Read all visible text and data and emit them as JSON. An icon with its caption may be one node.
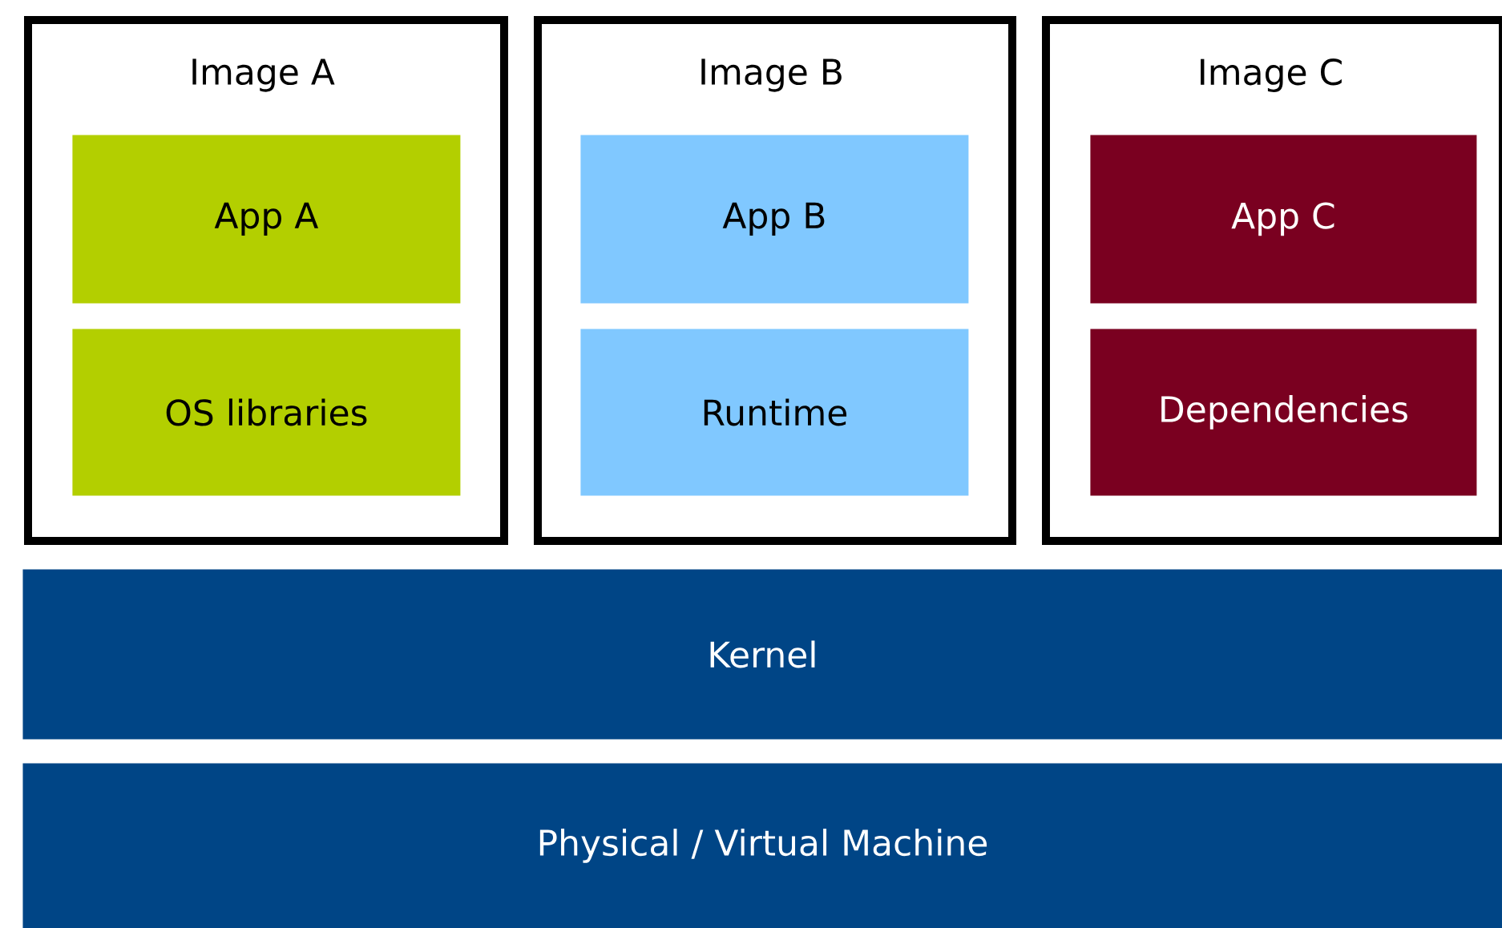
{
  "diagram": {
    "nodes": [
      {
        "text": [
          "Image A"
        ]
      },
      {
        "text": [
          "App A"
        ],
        "in": 0
      },
      {
        "text": [
          "OS libraries"
        ],
        "in": 0
      },
      {
        "text": [
          "Image B"
        ]
      },
      {
        "text": [
          "App B"
        ],
        "in": 3
      },
      {
        "text": [
          "Runtime"
        ],
        "in": 3
      },
      {
        "text": [
          "Image C"
        ]
      },
      {
        "text": [
          "App C"
        ],
        "in": 6
      },
      {
        "text": [
          "Dependencies"
        ],
        "in": 6
      },
      {
        "text": [
          "Kernel"
        ]
      },
      {
        "text": [
          "Physical / Virtual Machine"
        ]
      }
    ]
  }
}
